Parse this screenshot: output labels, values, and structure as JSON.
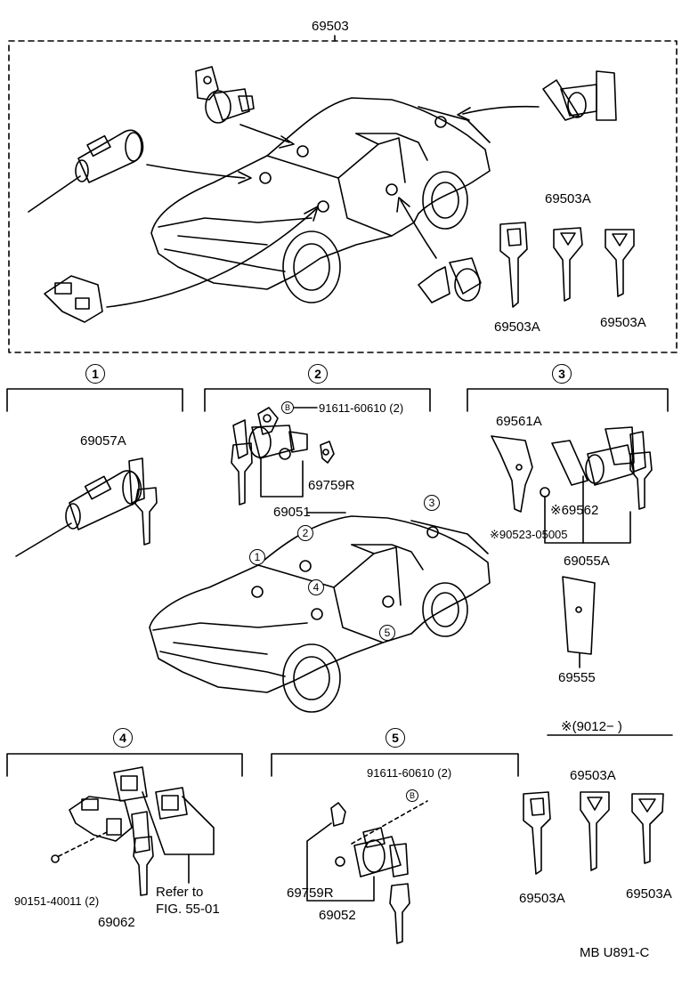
{
  "top": {
    "assembly": "69503",
    "key_a1": "69503A",
    "key_a2": "69503A",
    "key_a3": "69503A"
  },
  "sec1": {
    "num": "1",
    "part": "69057A"
  },
  "sec2": {
    "num": "2",
    "bolt_mark": "B",
    "bolt": "91611-60610 (2)",
    "part_a": "69759R",
    "part_b": "69051"
  },
  "sec3": {
    "num": "3",
    "part_a": "69561A",
    "part_b": "※69562",
    "part_c": "※90523-05005",
    "part_d": "69055A",
    "part_e": "69555"
  },
  "car": {
    "c1": "1",
    "c2": "2",
    "c3": "3",
    "c4": "4",
    "c5": "5"
  },
  "note": {
    "text": "※(9012−      )"
  },
  "sec4": {
    "num": "4",
    "screw": "90151-40011 (2)",
    "part": "69062",
    "refer1": "Refer to",
    "refer2": "FIG. 55-01"
  },
  "sec5": {
    "num": "5",
    "bolt": "91611-60610 (2)",
    "bolt_mark": "B",
    "part_a": "69759R",
    "part_b": "69052"
  },
  "keys": {
    "k1": "69503A",
    "k2": "69503A",
    "k3": "69503A"
  },
  "footer": {
    "code": "MB U891-C"
  }
}
